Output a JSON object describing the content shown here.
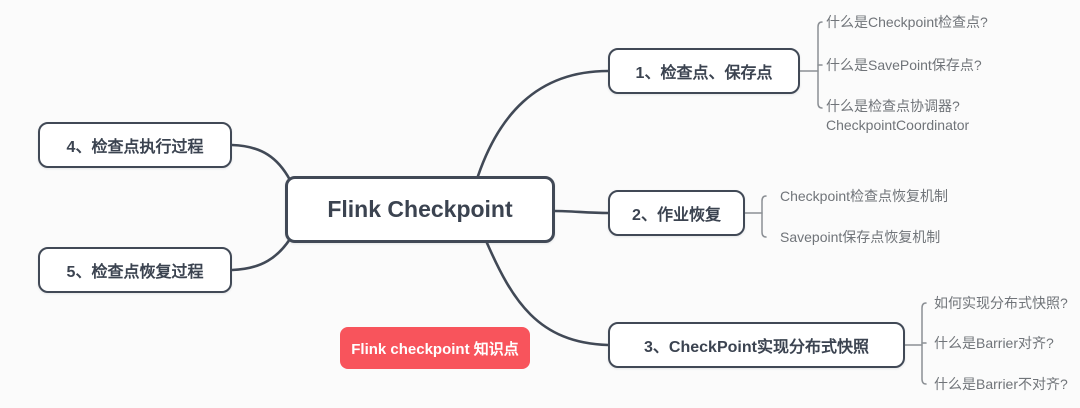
{
  "colors": {
    "background": "#fbfbfb",
    "node_border": "#414956",
    "node_text": "#3b4350",
    "connector": "#414956",
    "sub_connector": "#8b8f94",
    "leaf_text": "#707479",
    "badge_bg": "#f8545c",
    "badge_text": "#ffffff"
  },
  "root": {
    "label": "Flink Checkpoint"
  },
  "left_branches": [
    {
      "label": "4、检查点执行过程"
    },
    {
      "label": "5、检查点恢复过程"
    }
  ],
  "right_branches": [
    {
      "label": "1、检查点、保存点",
      "leaves": [
        "什么是Checkpoint检查点?",
        "什么是SavePoint保存点?",
        {
          "lines": [
            "什么是检查点协调器?",
            "CheckpointCoordinator"
          ]
        }
      ]
    },
    {
      "label": "2、作业恢复",
      "leaves": [
        "Checkpoint检查点恢复机制",
        "Savepoint保存点恢复机制"
      ]
    },
    {
      "label": "3、CheckPoint实现分布式快照",
      "leaves": [
        "如何实现分布式快照?",
        "什么是Barrier对齐?",
        "什么是Barrier不对齐?"
      ]
    }
  ],
  "badge": {
    "label": "Flink checkpoint 知识点"
  }
}
